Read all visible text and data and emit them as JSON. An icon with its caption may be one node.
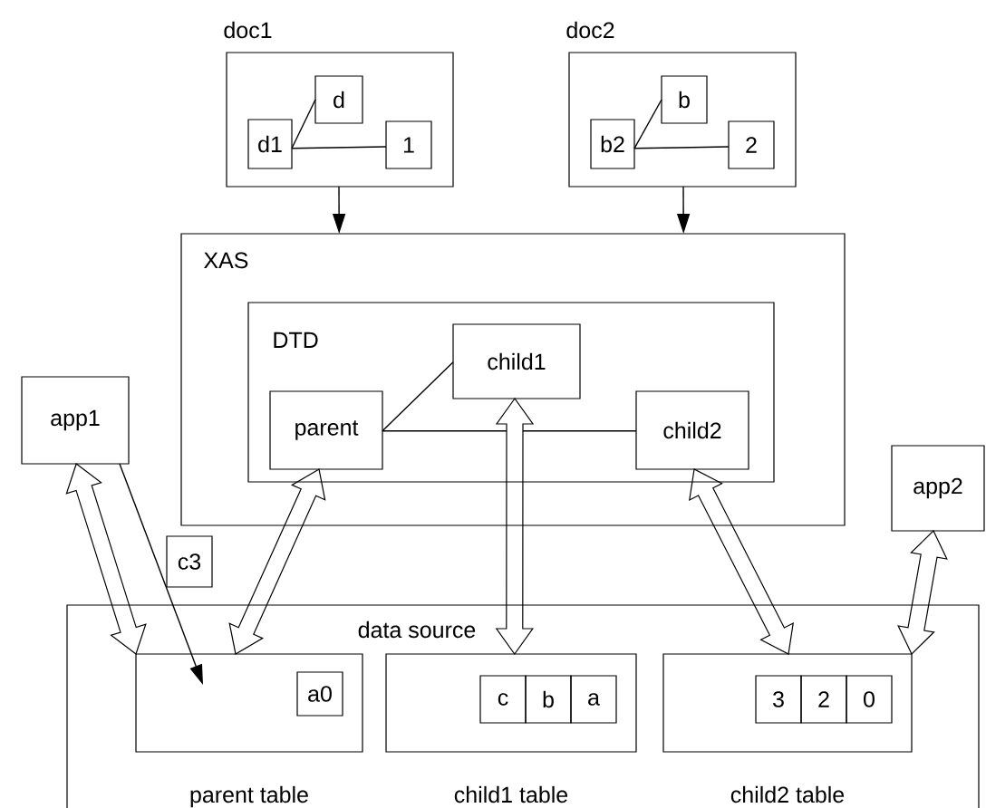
{
  "diagram": {
    "nodes": [
      {
        "text": [
          "doc1"
        ]
      },
      {
        "text": [
          "d1"
        ],
        "in": 0
      },
      {
        "text": [
          "d"
        ],
        "in": 0
      },
      {
        "text": [
          "1"
        ],
        "in": 0
      },
      {
        "text": [
          "doc2"
        ]
      },
      {
        "text": [
          "b2"
        ],
        "in": 4
      },
      {
        "text": [
          "b"
        ],
        "in": 4
      },
      {
        "text": [
          "2"
        ],
        "in": 4
      },
      {
        "text": [
          "XAS"
        ]
      },
      {
        "text": [
          "DTD"
        ],
        "in": 8
      },
      {
        "text": [
          "child1"
        ],
        "in": 9
      },
      {
        "text": [
          "parent"
        ],
        "in": 9
      },
      {
        "text": [
          "child2"
        ],
        "in": 9
      },
      {
        "text": [
          "app1"
        ]
      },
      {
        "text": [
          "app2"
        ]
      },
      {
        "text": [
          "data source"
        ]
      },
      {
        "text": [
          "parent table"
        ],
        "in": 15
      },
      {
        "text": [
          "a0"
        ],
        "in": 16
      },
      {
        "text": [
          "child1 table"
        ],
        "in": 15
      },
      {
        "text": [
          "c"
        ],
        "in": 18
      },
      {
        "text": [
          "b"
        ],
        "in": 18
      },
      {
        "text": [
          "a"
        ],
        "in": 18
      },
      {
        "text": [
          "child2 table"
        ],
        "in": 15
      },
      {
        "text": [
          "3"
        ],
        "in": 22
      },
      {
        "text": [
          "2"
        ],
        "in": 22
      },
      {
        "text": [
          "0"
        ],
        "in": 22
      },
      {
        "text": [
          "c3"
        ]
      }
    ],
    "edges": [
      {
        "from": 0,
        "to": 8,
        "arrow": "to"
      },
      {
        "from": 4,
        "to": 8,
        "arrow": "to"
      },
      {
        "from": 1,
        "to": 2,
        "arrow": "none"
      },
      {
        "from": 1,
        "to": 3,
        "arrow": "none"
      },
      {
        "from": 5,
        "to": 6,
        "arrow": "none"
      },
      {
        "from": 5,
        "to": 7,
        "arrow": "none"
      },
      {
        "from": 11,
        "to": 10,
        "arrow": "none"
      },
      {
        "from": 11,
        "to": 12,
        "arrow": "none"
      },
      {
        "from": 13,
        "to": 16,
        "arrow": "both",
        "style": "thick"
      },
      {
        "from": 13,
        "to": 16,
        "arrow": "to"
      },
      {
        "from": 11,
        "to": 16,
        "arrow": "both",
        "style": "thick"
      },
      {
        "from": 10,
        "to": 18,
        "arrow": "both",
        "style": "thick"
      },
      {
        "from": 12,
        "to": 22,
        "arrow": "both",
        "style": "thick"
      },
      {
        "from": 14,
        "to": 22,
        "arrow": "both",
        "style": "thick"
      }
    ]
  }
}
